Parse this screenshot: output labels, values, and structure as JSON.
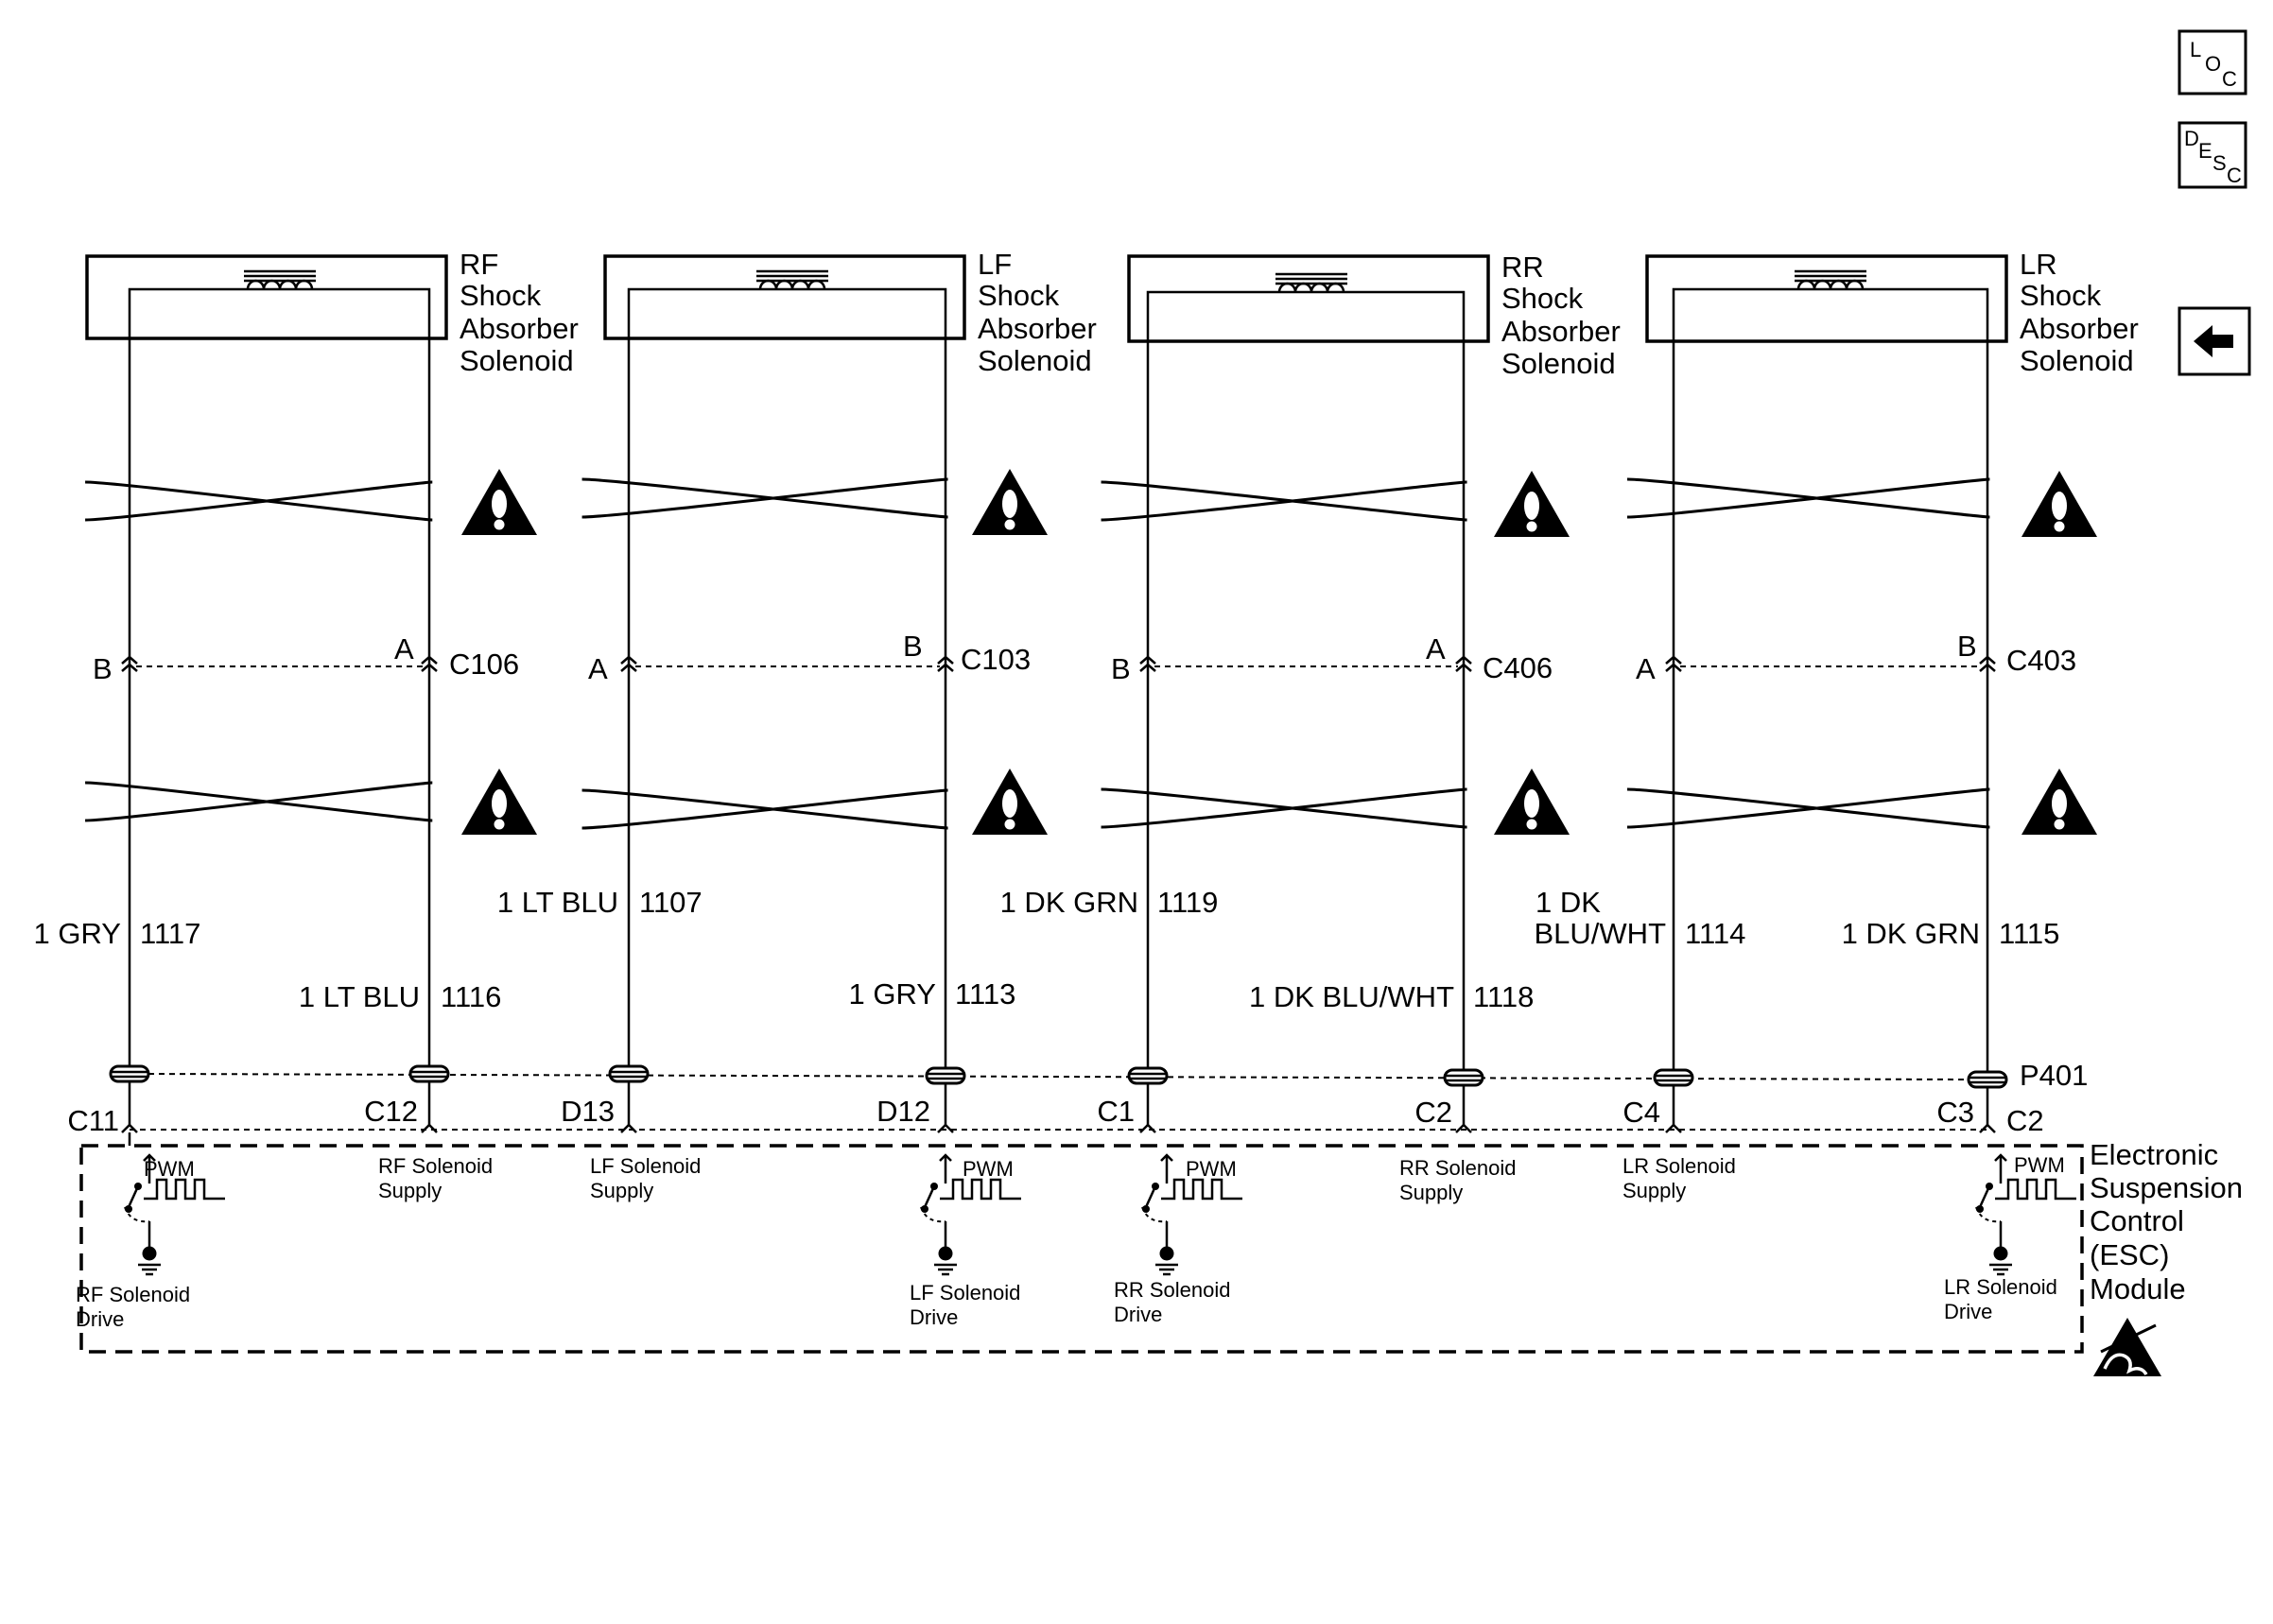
{
  "nav": {
    "loc": {
      "l": "L",
      "o": "O",
      "c": "C"
    },
    "desc": {
      "d": "D",
      "e": "E",
      "s": "S",
      "c": "C"
    }
  },
  "solenoids": [
    {
      "id": "rf",
      "line1": "RF",
      "line2": "Shock",
      "line3": "Absorber",
      "line4": "Solenoid"
    },
    {
      "id": "lf",
      "line1": "LF",
      "line2": "Shock",
      "line3": "Absorber",
      "line4": "Solenoid"
    },
    {
      "id": "rr",
      "line1": "RR",
      "line2": "Shock",
      "line3": "Absorber",
      "line4": "Solenoid"
    },
    {
      "id": "lr",
      "line1": "LR",
      "line2": "Shock",
      "line3": "Absorber",
      "line4": "Solenoid"
    }
  ],
  "inline_connectors": [
    {
      "name": "C106",
      "left_pin": "B",
      "right_pin": "A"
    },
    {
      "name": "C103",
      "left_pin": "A",
      "right_pin": "B"
    },
    {
      "name": "C406",
      "left_pin": "B",
      "right_pin": "A"
    },
    {
      "name": "C403",
      "left_pin": "A",
      "right_pin": "B"
    }
  ],
  "wires": [
    {
      "color": "1 GRY",
      "circuit": "1117"
    },
    {
      "color": "1 LT BLU",
      "circuit": "1116"
    },
    {
      "color": "1 LT BLU",
      "circuit": "1107"
    },
    {
      "color": "1 GRY",
      "circuit": "1113"
    },
    {
      "color": "1 DK GRN",
      "circuit": "1119"
    },
    {
      "color": "1 DK BLU/WHT",
      "circuit": "1118"
    },
    {
      "color_line1": "1 DK",
      "color_line2": "BLU/WHT",
      "circuit": "1114"
    },
    {
      "color": "1 DK GRN",
      "circuit": "1115"
    }
  ],
  "module_connector": {
    "name": "P401",
    "second_name": "C2",
    "pins": [
      "C11",
      "C12",
      "D13",
      "D12",
      "C1",
      "C2",
      "C4",
      "C3"
    ]
  },
  "module": {
    "line1": "Electronic",
    "line2": "Suspension",
    "line3": "Control",
    "line4": "(ESC)",
    "line5": "Module",
    "pwm_label": "PWM",
    "functions": [
      {
        "line1": "RF Solenoid",
        "line2": "Drive"
      },
      {
        "line1": "RF Solenoid",
        "line2": "Supply"
      },
      {
        "line1": "LF Solenoid",
        "line2": "Supply"
      },
      {
        "line1": "LF Solenoid",
        "line2": "Drive"
      },
      {
        "line1": "RR Solenoid",
        "line2": "Drive"
      },
      {
        "line1": "RR Solenoid",
        "line2": "Supply"
      },
      {
        "line1": "LR Solenoid",
        "line2": "Supply"
      },
      {
        "line1": "LR Solenoid",
        "line2": "Drive"
      }
    ]
  },
  "icons": {
    "twisted_pair": "twisted-pair-icon",
    "caution": "caution-triangle-icon",
    "esd": "esd-sensitive-icon",
    "back": "back-arrow-icon",
    "ground": "ground-icon",
    "pwm": "pwm-waveform-icon"
  },
  "caution_glyph": "!"
}
